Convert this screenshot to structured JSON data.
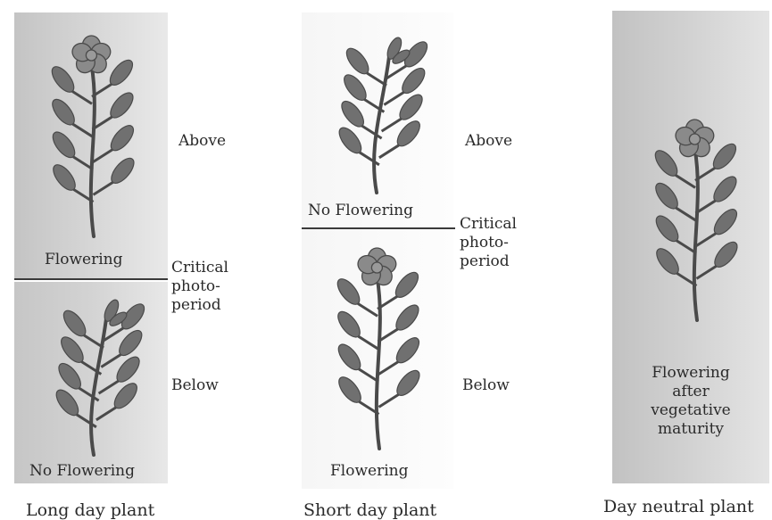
{
  "colors": {
    "shade": "#c9c9c9",
    "shade_light": "#e6e6e6",
    "leaf": "#707070",
    "leaf_edge": "#4a4a4a",
    "flower": "#8a8a8a",
    "line": "#3a3a3a",
    "text": "#2a2a2a"
  },
  "long_day": {
    "caption": "Long day plant",
    "above_label": "Above",
    "below_label": "Below",
    "critical_label": "Critical\nphoto-\nperiod",
    "top_result": "Flowering",
    "bottom_result": "No Flowering"
  },
  "short_day": {
    "caption": "Short day plant",
    "above_label": "Above",
    "below_label": "Below",
    "critical_label": "Critical\nphoto-\nperiod",
    "top_result": "No Flowering",
    "bottom_result": "Flowering"
  },
  "day_neutral": {
    "caption": "Day neutral plant",
    "result": "Flowering\nafter\nvegetative\nmaturity"
  }
}
